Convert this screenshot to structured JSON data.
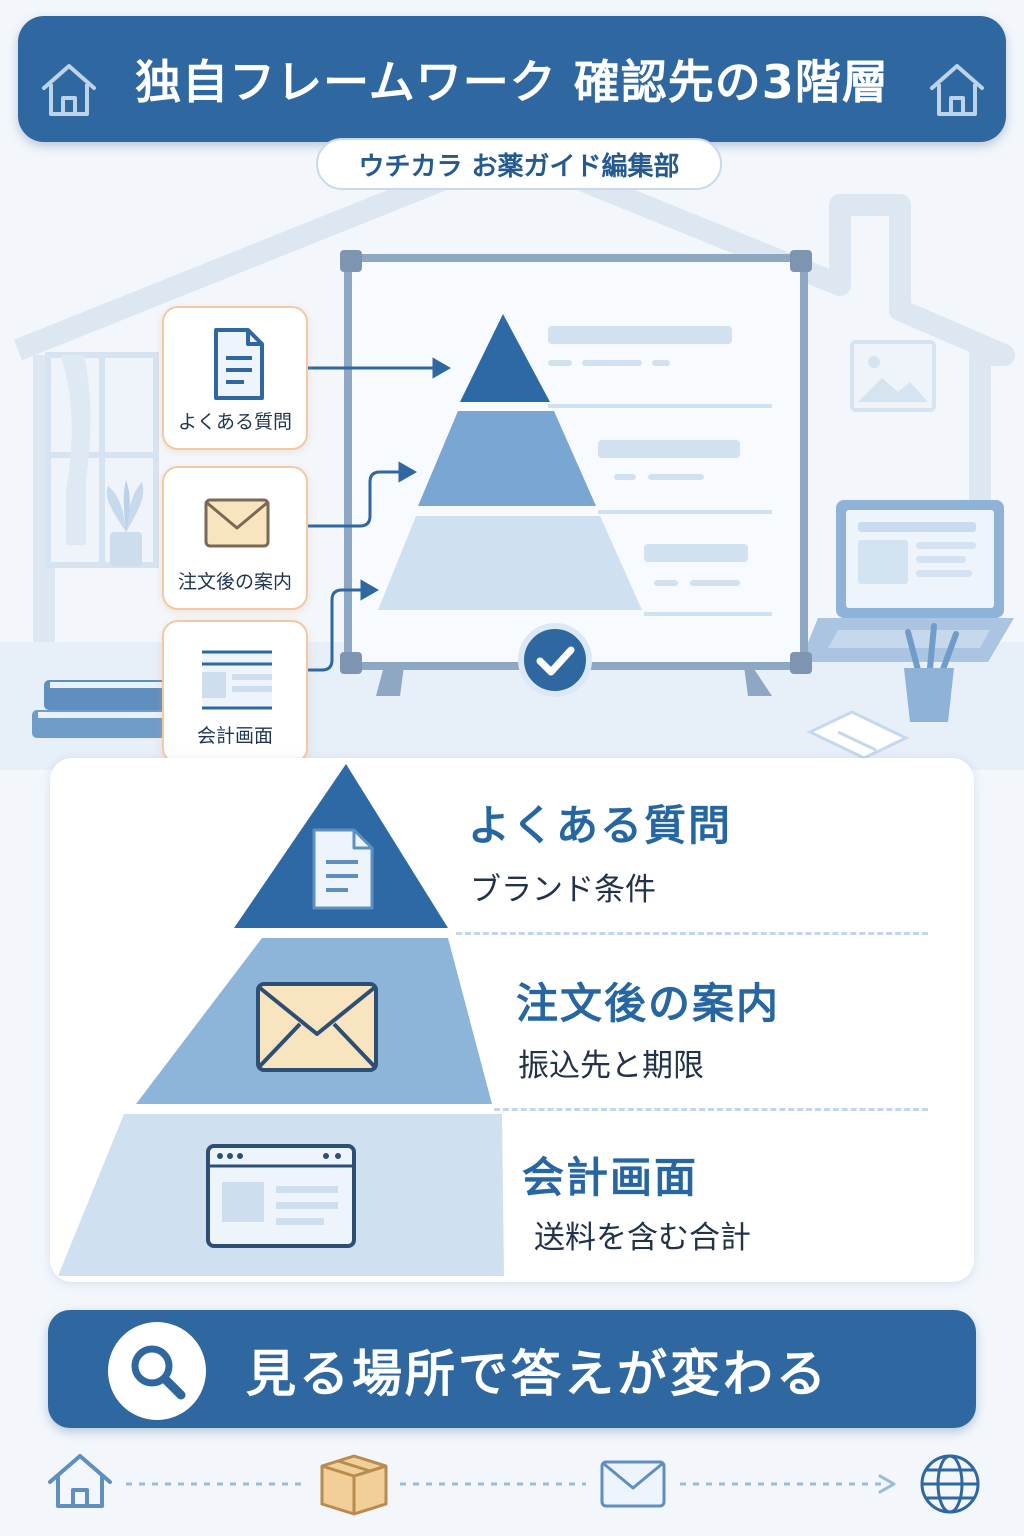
{
  "header": {
    "title": "独自フレームワーク 確認先の3階層",
    "subtitle": "ウチカラ お薬ガイド編集部"
  },
  "sources": [
    {
      "label": "よくある質問",
      "icon": "document-icon"
    },
    {
      "label": "注文後の案内",
      "icon": "envelope-icon"
    },
    {
      "label": "会計画面",
      "icon": "browser-window-icon"
    }
  ],
  "tiers": [
    {
      "title": "よくある質問",
      "detail": "ブランド条件",
      "icon": "document-icon"
    },
    {
      "title": "注文後の案内",
      "detail": "振込先と期限",
      "icon": "envelope-icon"
    },
    {
      "title": "会計画面",
      "detail": "送料を含む合計",
      "icon": "browser-window-icon"
    }
  ],
  "banner": {
    "text": "見る場所で答えが変わる",
    "icon": "search-icon"
  },
  "footer_icons": [
    "home-icon",
    "package-icon",
    "envelope-icon",
    "globe-icon"
  ],
  "colors": {
    "primary": "#2f68a0",
    "tier_top": "#2d6aa5",
    "tier_mid": "#8db4d9",
    "tier_bottom": "#cfe0f1",
    "card_border": "#f3c9a4",
    "envelope_fill": "#f8e4bf"
  }
}
